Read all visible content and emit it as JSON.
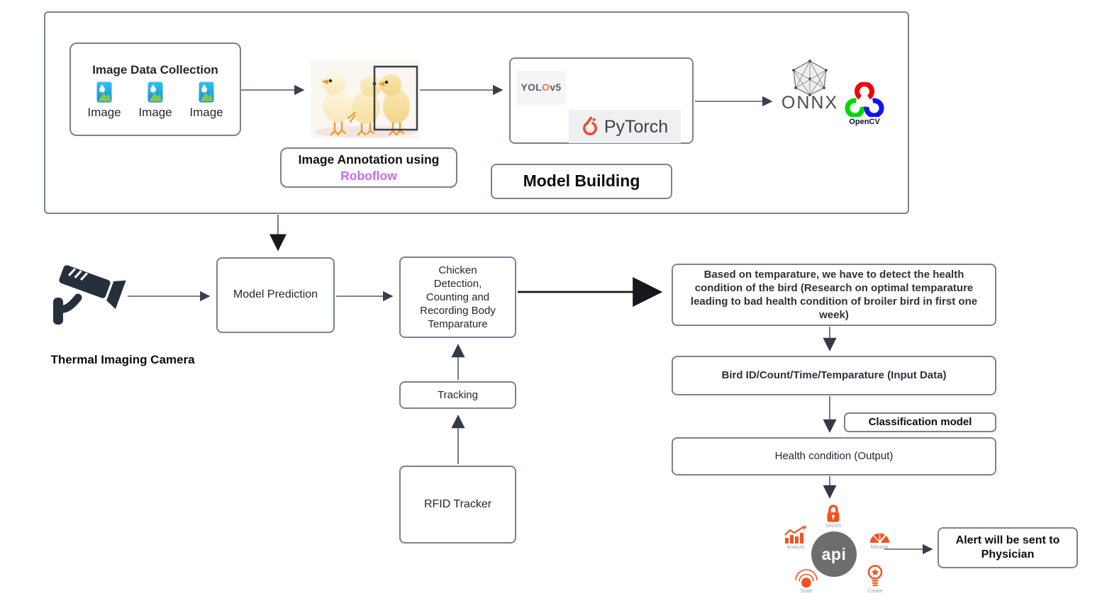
{
  "colors": {
    "accent_orange": "#f4511e",
    "pytorch_orange": "#ee4c2c",
    "roboflow_violet": "#c969f7",
    "api_circle_gray": "#6d6d6d",
    "opencv_red": "#f50000",
    "opencv_green": "#00d900",
    "opencv_blue": "#1212f5",
    "box_border_gray": "#7b828c",
    "camera_dark": "#26303c"
  },
  "model_building": {
    "image_data_collection": {
      "title": "Image Data Collection",
      "image_labels": [
        "Image",
        "Image",
        "Image"
      ]
    },
    "annotation_line": "Image Annotation using",
    "annotation_tool": "Roboflow",
    "yolo": {
      "p1": "YOL",
      "p2": "O",
      "p3": "v5"
    },
    "pytorch_label": "PyTorch",
    "section_label": "Model Building",
    "onnx_label": "ONNX",
    "opencv_label": "OpenCV"
  },
  "detection_flow": {
    "thermal_camera_label": "Thermal Imaging Camera",
    "model_prediction": "Model Prediction",
    "chicken_detection": "Chicken Detection, Counting and Recording Body Temparature",
    "tracking": "Tracking",
    "rfid_tracker": "RFID Tracker"
  },
  "health_flow": {
    "based_on_note": "Based on temparature, we have to detect the health condition of the bird (Research on optimal temparature leading to bad health condition of broiler bird in first one week)",
    "input_data": "Bird ID/Count/Time/Temparature (Input Data)",
    "classification_model": "Classification model",
    "health_output": "Health condition (Output)",
    "alert": "Alert will be sent to Physician"
  },
  "api_hub": {
    "center_label": "api",
    "features": {
      "secure": "Secure",
      "analyze": "Analyze",
      "manage": "Manage",
      "scale": "Scale",
      "create": "Create"
    }
  }
}
